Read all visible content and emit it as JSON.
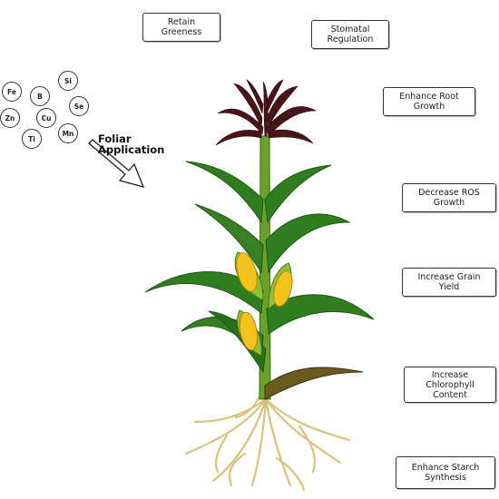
{
  "elements": [
    "Fe",
    "B",
    "Si",
    "Zn",
    "Cu",
    "Se",
    "Ti",
    "Mn"
  ],
  "application_label": "Foliar\nApplication",
  "effects": {
    "retain_greeness": "Retain\nGreeness",
    "stomatal_regulation": "Stomatal\nRegulation",
    "enhance_root_growth": "Enhance Root\nGrowth",
    "decrease_ros_growth": "Decrease ROS\nGrowth",
    "increase_grain_yield": "Increase Grain\nYield",
    "increase_chlorophyll_content": "Increase\nChlorophyll\nContent",
    "enhance_starch_synthesis": "Enhance Starch\nSynthesis"
  },
  "colors": {
    "stem": "#6aa12a",
    "leaf": "#2f7d1e",
    "leaf_dark": "#1f5a12",
    "tassel": "#4a1518",
    "corn": "#f2c31b",
    "husk": "#8cbf3a",
    "root": "#d9c27a",
    "dead_leaf": "#6b5a1e"
  }
}
